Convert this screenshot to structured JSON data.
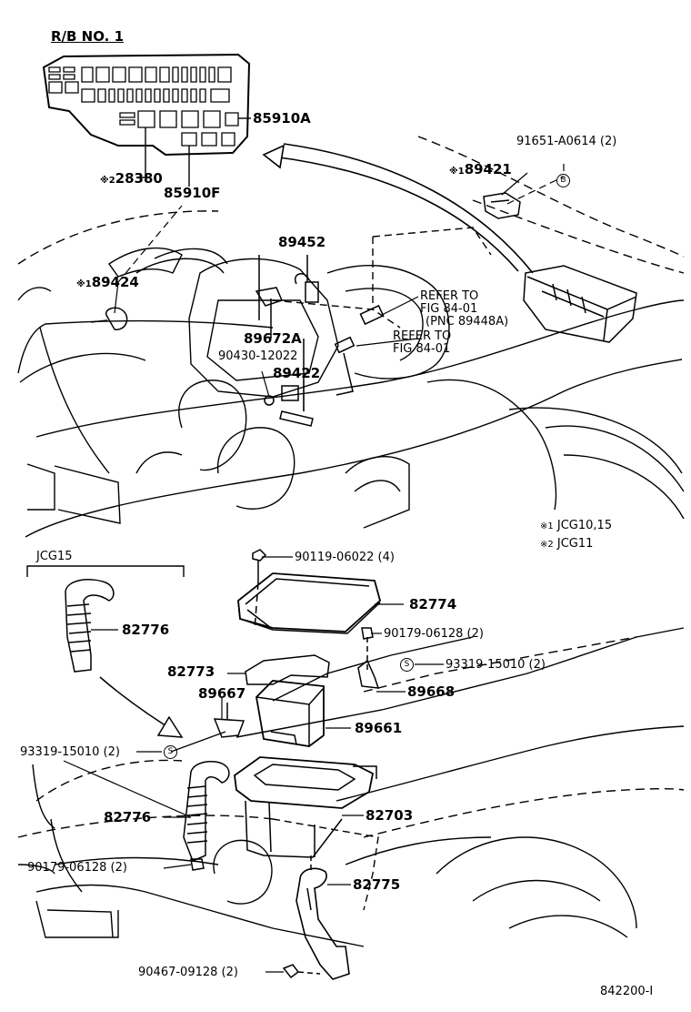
{
  "relay_block": {
    "title": "R/B  NO. 1",
    "labels": [
      "85910A",
      "28380",
      "85910F"
    ],
    "note_28380": "※2"
  },
  "engine_bay": {
    "parts": [
      {
        "id": "91651-A0614 (2)",
        "symbol": "B"
      },
      {
        "id": "89421",
        "note": "※1"
      },
      {
        "id": "89452"
      },
      {
        "id": "89424",
        "note": "※1"
      },
      {
        "id": "89672A"
      },
      {
        "id": "90430-12022"
      },
      {
        "id": "89422"
      }
    ],
    "refer1": [
      "REFER TO",
      "FIG 84-01",
      "(PNC 89448A)"
    ],
    "refer2": [
      "REFER TO",
      "FIG 84-01"
    ]
  },
  "legend": {
    "items": [
      {
        "mark": "※1",
        "text": "JCG10,15"
      },
      {
        "mark": "※2",
        "text": "JCG11"
      }
    ]
  },
  "lower": {
    "variant_label": "JCG15",
    "parts": [
      {
        "id": "90119-06022 (4)"
      },
      {
        "id": "82774"
      },
      {
        "id": "90179-06128 (2)"
      },
      {
        "id": "93319-15010 (2)",
        "symbol": "S"
      },
      {
        "id": "89668"
      },
      {
        "id": "82773"
      },
      {
        "id": "89667"
      },
      {
        "id": "89661"
      },
      {
        "id": "82776"
      },
      {
        "id": "93319-15010 (2)",
        "symbol": "S"
      },
      {
        "id": "82776"
      },
      {
        "id": "82703"
      },
      {
        "id": "90179-06128 (2)"
      },
      {
        "id": "82775"
      },
      {
        "id": "90467-09128 (2)"
      }
    ]
  },
  "figure_code": "842200-I"
}
